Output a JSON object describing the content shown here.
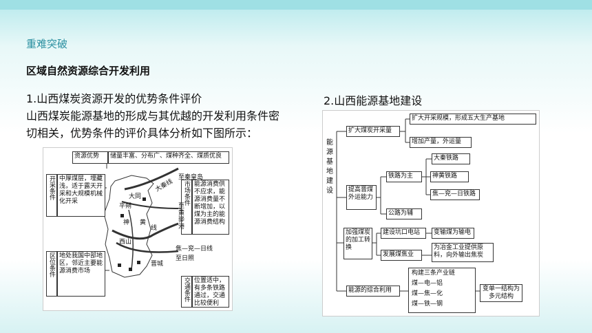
{
  "section_title": "重难突破",
  "heading": "区域自然资源综合开发利用",
  "subhead1": "1.山西煤炭资源开发的优势条件评价",
  "paragraph": "山西煤炭能源基地的形成与其优越的开发利用条件密切相关，优势条件的评价具体分析如下图所示：",
  "subhead2": "2.山西能源基地建设",
  "figure1": {
    "top_label": "资源优势",
    "top_text": "储量丰富、分布广、煤种齐全、煤质优良",
    "left1_label": "开采条件",
    "left1_text": "中厚煤层，埋藏浅，适于露天开采和大规模机械化开采",
    "left2_label": "区位条件",
    "left2_text": "地处我国中部地区，邻近主要能源消费市场",
    "right1_label": "市场条件",
    "right1_text": "能源消费供不应求，能源消费量不断增加，以煤为主的能源消费结构",
    "right2_label": "交通条件",
    "right2_text": "位置适中，有多条铁路通过，交通比较便利",
    "map": {
      "to_qhd": "至秦皇岛",
      "to_hh": "至黄骅港",
      "jyr": "焦—兖—日线",
      "to_rz": "至日照",
      "datong": "大同",
      "pingshuo": "平朔",
      "daqin": "大秦线",
      "shen": "神",
      "huang": "黄",
      "xian": "线",
      "xishan": "西山",
      "jincheng": "晋城"
    }
  },
  "figure2": {
    "root": "能源基地建设",
    "b1": "扩大煤炭开采量",
    "b1a": "扩大开采规模，形成五大生产基地",
    "b1b": "增加产量，外运量",
    "b2": "提高晋煤外运能力",
    "b2a": "铁路为主",
    "b2a1": "大秦铁路",
    "b2a2": "神黄铁路",
    "b2a3": "焦—兖—日铁路",
    "b2b": "公路为辅",
    "b3": "加强煤炭的加工转换",
    "b3a": "建设坑口电站",
    "b3a1": "变输煤为输电",
    "b3b": "发展煤焦业",
    "b3b1": "为冶金工业提供原料，向外输出焦炭",
    "b4": "能源的综合利用",
    "b4a": "构建三条产业链",
    "b4a1": "煤—电—铝",
    "b4a2": "煤—焦—化",
    "b4a3": "煤—铁—钢",
    "b4b": "变单一结构为多元结构"
  }
}
